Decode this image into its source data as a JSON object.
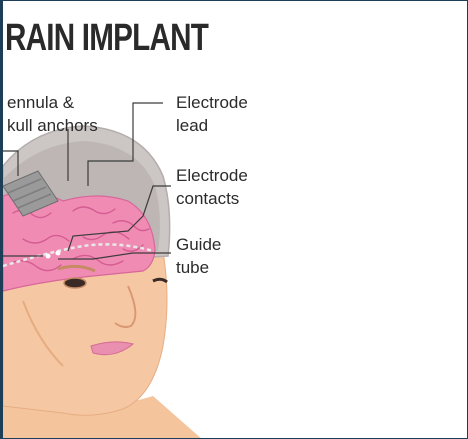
{
  "title": "RAIN IMPLANT",
  "labels": {
    "antenna": {
      "line1": "ennula &",
      "line2": "kull anchors"
    },
    "electrode_lead": {
      "line1": "Electrode",
      "line2": "lead"
    },
    "electrode_contacts": {
      "line1": "Electrode",
      "line2": "contacts"
    },
    "guide_tube": {
      "line1": "Guide",
      "line2": "tube"
    }
  },
  "colors": {
    "brain": "#f08cb4",
    "brain_dark": "#e0679c",
    "skull": "#c9c5c4",
    "skin": "#f4c49d",
    "leader_line": "#3c3c3c"
  }
}
